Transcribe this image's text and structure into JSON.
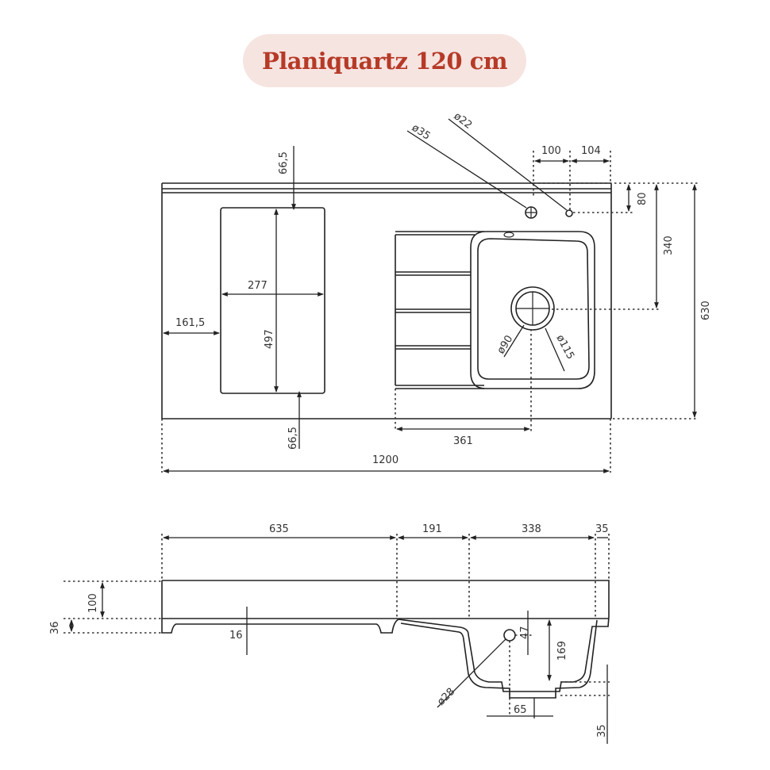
{
  "title": "Planiquartz 120 cm",
  "colors": {
    "title_bg": "#f6e4e1",
    "title_text": "#b63a27",
    "line": "#222222"
  },
  "top_view": {
    "dimensions": {
      "overall_width": "1200",
      "overall_depth": "630",
      "tap_hole_offset_from_back": "80",
      "drain_offset_from_back": "340",
      "tap_hole_spacing": "100",
      "tap_hole_from_right": "104",
      "drain_from_drainer_edge": "361",
      "cutout_left_offset": "161,5",
      "cutout_width": "277",
      "cutout_depth": "497",
      "cutout_top_offset": "66,5",
      "cutout_bottom_offset": "66,5"
    },
    "diameters": {
      "large_hole": "ø35",
      "small_hole": "ø22",
      "drain_inner": "ø90",
      "drain_outer": "ø115"
    }
  },
  "side_view": {
    "dimensions": {
      "drainer_length": "635",
      "transition_length": "191",
      "bowl_length": "338",
      "right_edge": "35",
      "front_height": "100",
      "slab_thickness": "36",
      "drainer_depth": "16",
      "overflow_depth": "47",
      "bowl_depth": "169",
      "overflow_diameter": "ø28",
      "drain_offset": "65",
      "drain_spigot": "35"
    }
  }
}
